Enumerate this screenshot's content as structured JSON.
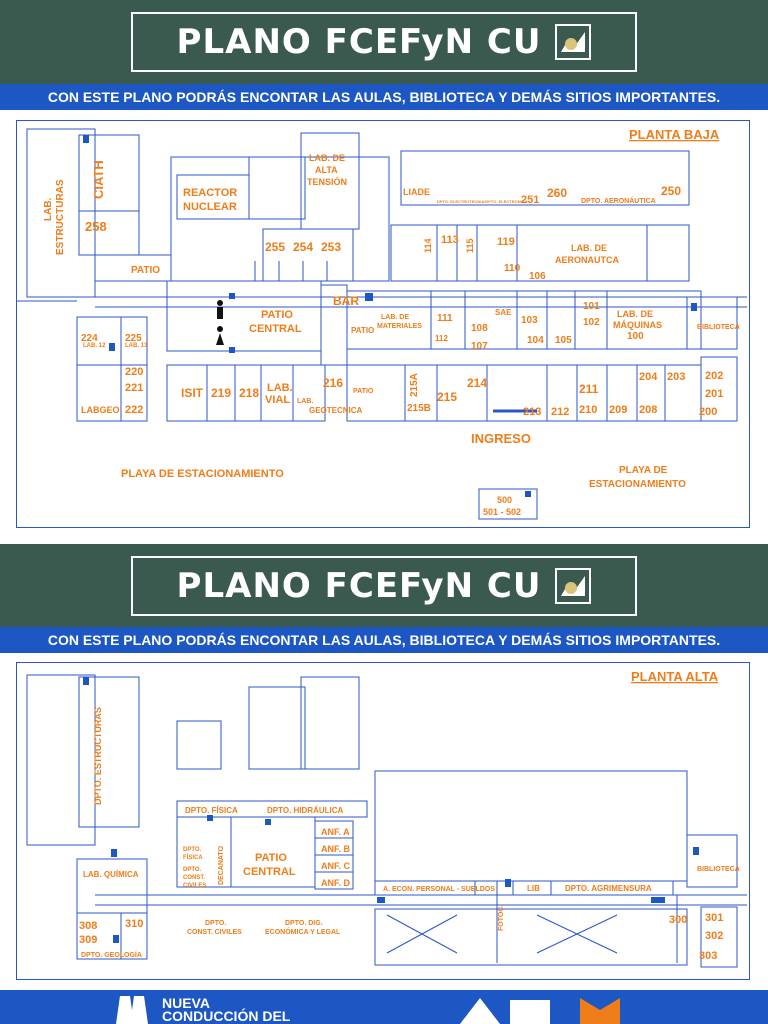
{
  "header": {
    "title": "PLANO FCEFyN CU",
    "subtitle": "CON ESTE PLANO PODRÁS ENCONTAR LAS AULAS, BIBLIOTECA Y DEMÁS SITIOS IMPORTANTES."
  },
  "colors": {
    "band": "#3b5a4f",
    "blue": "#1d57c4",
    "orange": "#ef7d1a",
    "line": "#2c55c9"
  },
  "ground": {
    "floor_label": "PLANTA BAJA",
    "lab_estructuras": [
      "LAB.",
      "ESTRUCTURAS"
    ],
    "ciath": "CIATH",
    "reactor": [
      "REACTOR",
      "NUCLEAR"
    ],
    "lab_alta_tension": [
      "LAB. DE",
      "ALTA",
      "TENSIÓN"
    ],
    "liade": "LIADE",
    "lab_aeronautica": [
      "LAB. DE",
      "AERONAUTCA"
    ],
    "lab_materiales": [
      "LAB. DE",
      "MATERIALES"
    ],
    "lab_maquinas": [
      "LAB. DE",
      "MÁQUINAS"
    ],
    "patio_central": [
      "PATIO",
      "CENTRAL"
    ],
    "patio": "PATIO",
    "bar": "BAR",
    "isit": "ISIT",
    "lab_vial": [
      "LAB.",
      "VIAL"
    ],
    "lab_geotecnica": [
      "LAB.",
      "GEOTECNICA"
    ],
    "labgeo": "LABGEO",
    "biblioteca": "BIBLIOTECA",
    "ingreso": "INGRESO",
    "playa1": "PLAYA DE ESTACIONAMIENTO",
    "playa2": [
      "PLAYA DE",
      "ESTACIONAMIENTO"
    ],
    "dpto_aero": "DPTO. AERONÁUTICA",
    "dpto_electro": "DPTO. ELECTROTECNIA/DPTO. ELECTRÓNICA",
    "sae": "SAE",
    "lab12": "LAB. 12",
    "lab13": "LAB. 13",
    "rooms": {
      "r258": "258",
      "r255": "255",
      "r254": "254",
      "r253": "253",
      "r251": "251",
      "r260": "260",
      "r250": "250",
      "r113": "113",
      "r114": "114",
      "r115": "115",
      "r119": "119",
      "r110": "110",
      "r106": "106",
      "r111": "111",
      "r112": "112",
      "r108": "108",
      "r107": "107",
      "r103": "103",
      "r104": "104",
      "r105": "105",
      "r101": "101",
      "r102": "102",
      "r100": "100",
      "r224": "224",
      "r225": "225",
      "r220": "220",
      "r221": "221",
      "r222": "222",
      "r219": "219",
      "r218": "218",
      "r216": "216",
      "r215a": "215A",
      "r215b": "215B",
      "r215": "215",
      "r214": "214",
      "r213": "213",
      "r212": "212",
      "r211": "211",
      "r210": "210",
      "r209": "209",
      "r208": "208",
      "r204": "204",
      "r203": "203",
      "r202": "202",
      "r201": "201",
      "r200": "200",
      "r500": "500",
      "r501": "501 - 502"
    }
  },
  "upper": {
    "floor_label": "PLANTA ALTA",
    "dpto_estructuras": "DPTO. ESTRUCTURAS",
    "dpto_fisica": "DPTO. FÍSICA",
    "dpto_hidraulica": "DPTO. HIDRÁULICA",
    "dpto_fisica_small": [
      "DPTO.",
      "FÍSICA"
    ],
    "dpto_const_small": [
      "DPTO.",
      "CONST.",
      "CIVILES"
    ],
    "decanato": "DECANATO",
    "patio_central": [
      "PATIO",
      "CENTRAL"
    ],
    "anf_a": "ANF. A",
    "anf_b": "ANF. B",
    "anf_c": "ANF. C",
    "anf_d": "ANF. D",
    "econ": "A. ECON. PERSONAL - SUELDOS",
    "fotoc": "FOTOC.",
    "lib": "LIB",
    "dpto_agrimensura": "DPTO. AGRIMENSURA",
    "lab_quimica": "LAB. QUÍMICA",
    "dpto_geologia": "DPTO. GEOLOGÍA",
    "dpto_const_civiles": [
      "DPTO.",
      "CONST. CIVILES"
    ],
    "dpto_dig": [
      "DPTO. DIG.",
      "ECONÓMICA Y LEGAL"
    ],
    "biblioteca": "BIBLIOTECA",
    "rooms": {
      "r308": "308",
      "r309": "309",
      "r310": "310",
      "r300": "300",
      "r301": "301",
      "r302": "302",
      "r303": "303"
    }
  },
  "footer": {
    "logo_line1": "NUEVA",
    "logo_line2": "CONDUCCIÓN DEL"
  }
}
